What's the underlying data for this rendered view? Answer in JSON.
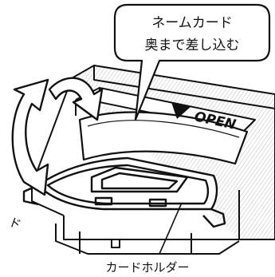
{
  "callout": {
    "line1": "ネームカード",
    "line2": "奥まで差し込む"
  },
  "open_label": "OPEN",
  "holder_label": "カードホルダー",
  "edge_fragment": "ド",
  "colors": {
    "line": "#111111",
    "fill": "#ffffff",
    "hatch": "#bdbdbd",
    "shade": "#e8e8e8"
  }
}
